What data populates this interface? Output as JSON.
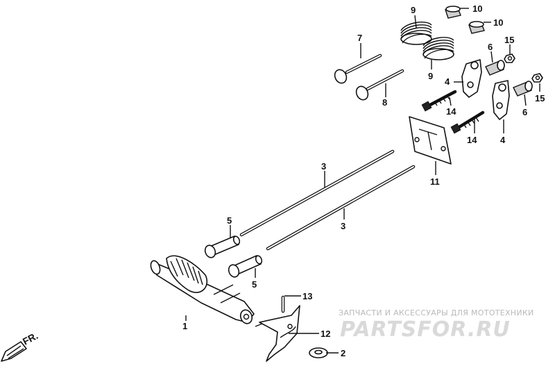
{
  "diagram": {
    "callouts": [
      {
        "id": "c9a",
        "label": "9"
      },
      {
        "id": "c10a",
        "label": "10"
      },
      {
        "id": "c10b",
        "label": "10"
      },
      {
        "id": "c7",
        "label": "7"
      },
      {
        "id": "c15a",
        "label": "15"
      },
      {
        "id": "c6a",
        "label": "6"
      },
      {
        "id": "c9b",
        "label": "9"
      },
      {
        "id": "c4a",
        "label": "4"
      },
      {
        "id": "c15b",
        "label": "15"
      },
      {
        "id": "c8",
        "label": "8"
      },
      {
        "id": "c14a",
        "label": "14"
      },
      {
        "id": "c6b",
        "label": "6"
      },
      {
        "id": "c14b",
        "label": "14"
      },
      {
        "id": "c4b",
        "label": "4"
      },
      {
        "id": "c3a",
        "label": "3"
      },
      {
        "id": "c11",
        "label": "11"
      },
      {
        "id": "c5a",
        "label": "5"
      },
      {
        "id": "c3b",
        "label": "3"
      },
      {
        "id": "c5b",
        "label": "5"
      },
      {
        "id": "c1",
        "label": "1"
      },
      {
        "id": "c13",
        "label": "13"
      },
      {
        "id": "c12",
        "label": "12"
      },
      {
        "id": "c2",
        "label": "2"
      }
    ],
    "direction_label": "FR."
  },
  "watermark": {
    "caption": "ЗАПЧАСТИ И АКСЕССУАРЫ ДЛЯ МОТОТЕХНИКИ",
    "logo": "PARTSFOR.RU"
  }
}
